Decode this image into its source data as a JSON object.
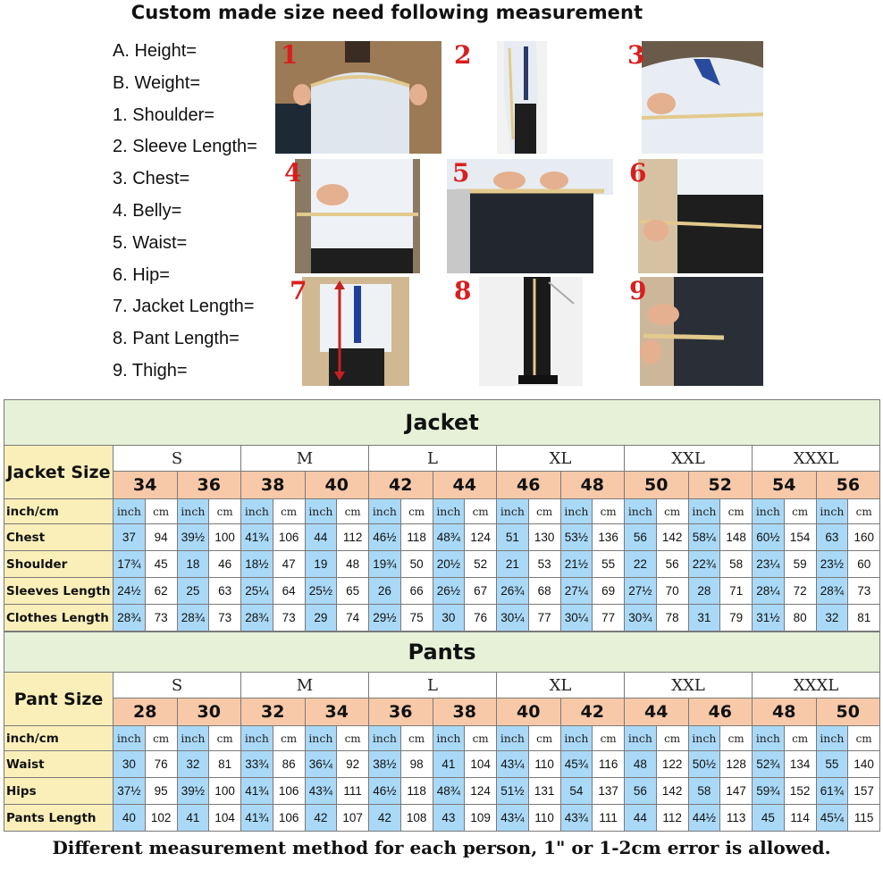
{
  "title": "Custom made size need following measurement",
  "measurements": [
    "A. Height=",
    "B. Weight=",
    "1. Shoulder=",
    "2. Sleeve Length=",
    "3. Chest=",
    "4. Belly=",
    "5. Waist=",
    "6. Hip=",
    "7. Jacket Length=",
    "8. Pant Length=",
    "9. Thigh="
  ],
  "photos": [
    "1",
    "2",
    "3",
    "4",
    "5",
    "6",
    "7",
    "8",
    "9"
  ],
  "colors": {
    "banner_bg": "#e6f1d8",
    "size_number_bg": "#f7c9a8",
    "label_bg": "#fbefb9",
    "inch_bg": "#a9d9f7",
    "photo_number": "#d81f1f"
  },
  "jacket": {
    "banner": "Jacket",
    "corner_label": "Jacket Size",
    "sizes": [
      "S",
      "M",
      "L",
      "XL",
      "XXL",
      "XXXL"
    ],
    "numbers": [
      "34",
      "36",
      "38",
      "40",
      "42",
      "44",
      "46",
      "48",
      "50",
      "52",
      "54",
      "56"
    ],
    "unit_label": "inch/cm",
    "inch": "inch",
    "cm": "cm",
    "rows": [
      {
        "label": "Chest",
        "values": [
          "37",
          "94",
          "39½",
          "100",
          "41¾",
          "106",
          "44",
          "112",
          "46½",
          "118",
          "48¾",
          "124",
          "51",
          "130",
          "53½",
          "136",
          "56",
          "142",
          "58¼",
          "148",
          "60½",
          "154",
          "63",
          "160"
        ]
      },
      {
        "label": "Shoulder",
        "values": [
          "17¾",
          "45",
          "18",
          "46",
          "18½",
          "47",
          "19",
          "48",
          "19¾",
          "50",
          "20½",
          "52",
          "21",
          "53",
          "21½",
          "55",
          "22",
          "56",
          "22¾",
          "58",
          "23¼",
          "59",
          "23½",
          "60"
        ]
      },
      {
        "label": "Sleeves Length",
        "values": [
          "24½",
          "62",
          "25",
          "63",
          "25¼",
          "64",
          "25½",
          "65",
          "26",
          "66",
          "26½",
          "67",
          "26¾",
          "68",
          "27¼",
          "69",
          "27½",
          "70",
          "28",
          "71",
          "28¼",
          "72",
          "28¾",
          "73"
        ]
      },
      {
        "label": "Clothes Length",
        "values": [
          "28¾",
          "73",
          "28¾",
          "73",
          "28¾",
          "73",
          "29",
          "74",
          "29½",
          "75",
          "30",
          "76",
          "30¼",
          "77",
          "30¼",
          "77",
          "30¾",
          "78",
          "31",
          "79",
          "31½",
          "80",
          "32",
          "81"
        ]
      }
    ]
  },
  "pants": {
    "banner": "Pants",
    "corner_label": "Pant Size",
    "sizes": [
      "S",
      "M",
      "L",
      "XL",
      "XXL",
      "XXXL"
    ],
    "numbers": [
      "28",
      "30",
      "32",
      "34",
      "36",
      "38",
      "40",
      "42",
      "44",
      "46",
      "48",
      "50"
    ],
    "unit_label": "inch/cm",
    "inch": "inch",
    "cm": "cm",
    "rows": [
      {
        "label": "Waist",
        "values": [
          "30",
          "76",
          "32",
          "81",
          "33¾",
          "86",
          "36¼",
          "92",
          "38½",
          "98",
          "41",
          "104",
          "43¼",
          "110",
          "45¾",
          "116",
          "48",
          "122",
          "50½",
          "128",
          "52¾",
          "134",
          "55",
          "140"
        ]
      },
      {
        "label": "Hips",
        "values": [
          "37½",
          "95",
          "39½",
          "100",
          "41¾",
          "106",
          "43¾",
          "111",
          "46½",
          "118",
          "48¾",
          "124",
          "51½",
          "131",
          "54",
          "137",
          "56",
          "142",
          "58",
          "147",
          "59¾",
          "152",
          "61¾",
          "157"
        ]
      },
      {
        "label": "Pants Length",
        "values": [
          "40",
          "102",
          "41",
          "104",
          "41¾",
          "106",
          "42",
          "107",
          "42",
          "108",
          "43",
          "109",
          "43¼",
          "110",
          "43¾",
          "111",
          "44",
          "112",
          "44½",
          "113",
          "45",
          "114",
          "45¼",
          "115"
        ]
      }
    ]
  },
  "note": "Different measurement method for each person,  1\" or 1-2cm error is allowed."
}
